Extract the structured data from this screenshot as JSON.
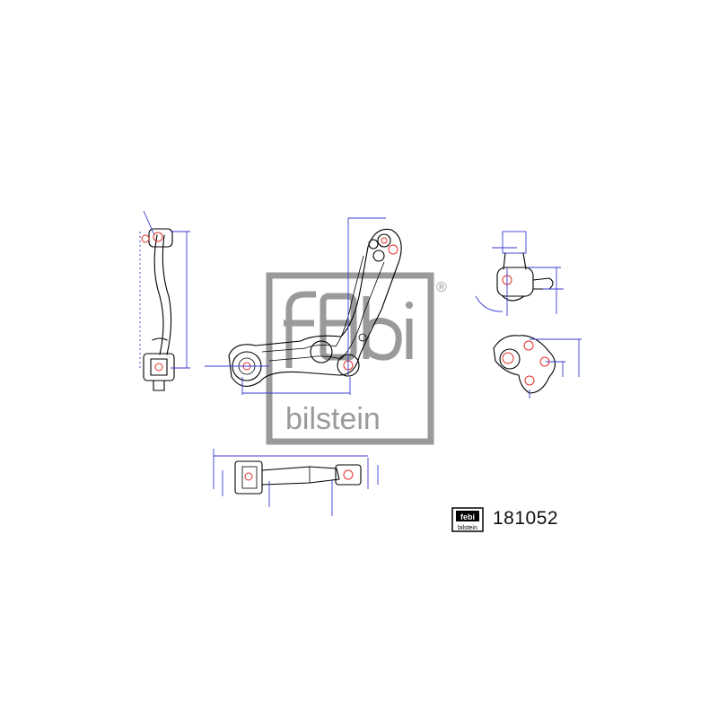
{
  "watermark": {
    "brand_top": "febi",
    "brand_bottom": "bilstein",
    "registered_mark": "®"
  },
  "product": {
    "part_number": "181052",
    "logo_top": "febi",
    "logo_bottom": "bilstein"
  },
  "colors": {
    "outline": "#000000",
    "dimension_lines": "#3a3ad0",
    "highlight": "#e0302a",
    "watermark": "#9a9a9a"
  }
}
